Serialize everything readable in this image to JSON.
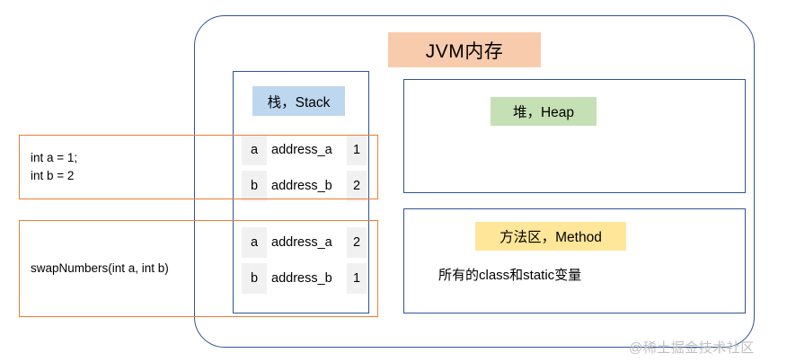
{
  "diagram": {
    "title": "JVM内存",
    "watermark": "@稀土掘金技术社区",
    "colors": {
      "container_border": "#2E5496",
      "title_chip_bg": "#F8CBAD",
      "stack_chip_bg": "#BDD7EE",
      "heap_chip_bg": "#C5E0B4",
      "method_chip_bg": "#FFE699",
      "code_box_border": "#ED7D31",
      "cell_bg": "#F1F1F1",
      "watermark_color": "#BFBFBF"
    }
  },
  "stack": {
    "label": "栈，Stack",
    "frames": [
      {
        "name": "main-frame",
        "rows": [
          {
            "var": "a",
            "address": "address_a",
            "value": "1"
          },
          {
            "var": "b",
            "address": "address_b",
            "value": "2"
          }
        ]
      },
      {
        "name": "swap-frame",
        "rows": [
          {
            "var": "a",
            "address": "address_a",
            "value": "2"
          },
          {
            "var": "b",
            "address": "address_b",
            "value": "1"
          }
        ]
      }
    ]
  },
  "code_boxes": [
    {
      "name": "declaration-block",
      "text": "int a = 1;\nint b = 2"
    },
    {
      "name": "method-call-block",
      "text": "swapNumbers(int a, int b)"
    }
  ],
  "heap": {
    "label": "堆，Heap"
  },
  "method_area": {
    "label": "方法区，Method",
    "description": "所有的class和static变量"
  }
}
